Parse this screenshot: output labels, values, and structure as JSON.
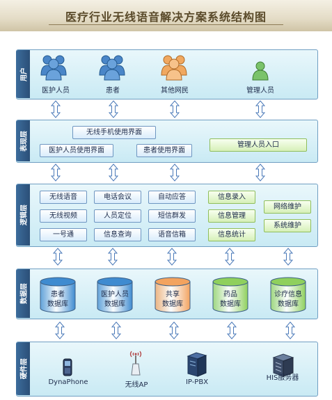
{
  "title": "医疗行业无线语音解决方案系统结构图",
  "layers": {
    "user": "用户",
    "presentation": "表现层",
    "logic": "逻辑层",
    "data": "数据层",
    "hardware": "硬件层"
  },
  "users": [
    "医护人员",
    "患者",
    "其他网民",
    "管理人员"
  ],
  "presentation": {
    "mobile_ui": "无线手机使用界面",
    "medical_ui": "医护人员使用界面",
    "patient_ui": "患者使用界面",
    "admin_portal": "管理人员入口"
  },
  "logic": {
    "col1": [
      "无线语音",
      "无线视频",
      "一号通"
    ],
    "col2": [
      "电话会议",
      "人员定位",
      "信息查询"
    ],
    "col3": [
      "自动应答",
      "短信群发",
      "语音信箱"
    ],
    "col4": [
      "信息录入",
      "信息管理",
      "信息统计"
    ],
    "col5": [
      "网络维护",
      "系统维护"
    ]
  },
  "databases": [
    {
      "line1": "患者",
      "line2": "数据库",
      "color": "#3f8bd0"
    },
    {
      "line1": "医护人员",
      "line2": "数据库",
      "color": "#3f8bd0"
    },
    {
      "line1": "共享",
      "line2": "数据库",
      "color": "#f3a35f"
    },
    {
      "line1": "药品",
      "line2": "数据库",
      "color": "#8fd05d"
    },
    {
      "line1": "诊疗信息",
      "line2": "数据库",
      "color": "#8fd05d"
    }
  ],
  "hardware": [
    "DynaPhone",
    "无线AP",
    "IP-PBX",
    "HIS服务器"
  ]
}
